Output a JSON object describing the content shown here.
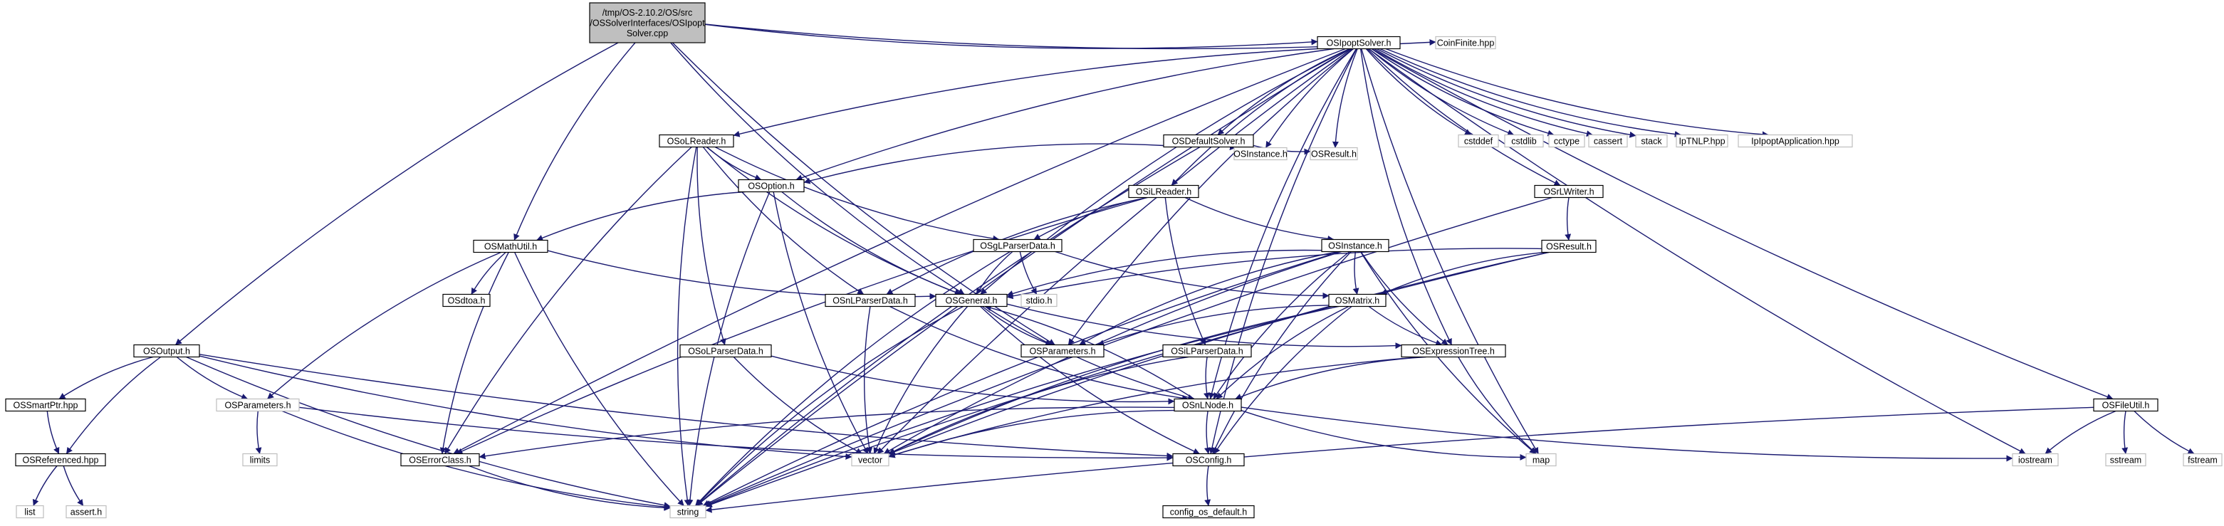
{
  "graph": {
    "colors": {
      "edge": "#191970",
      "documented_border": "#000000",
      "external_border": "#bfbfbf",
      "root_fill": "#bfbfbf"
    },
    "nodes": [
      {
        "id": "root",
        "kind": "root",
        "lines": [
          "/tmp/OS-2.10.2/OS/src",
          "/OSSolverInterfaces/OSIpopt",
          "Solver.cpp"
        ]
      },
      {
        "id": "OSIpoptSolver_h",
        "kind": "documented",
        "lines": [
          "OSIpoptSolver.h"
        ]
      },
      {
        "id": "CoinFinite_hpp",
        "kind": "external",
        "lines": [
          "CoinFinite.hpp"
        ]
      },
      {
        "id": "OSOutput_h",
        "kind": "documented",
        "lines": [
          "OSOutput.h"
        ]
      },
      {
        "id": "OSMathUtil_h",
        "kind": "documented",
        "lines": [
          "OSMathUtil.h"
        ]
      },
      {
        "id": "OSGeneral_h",
        "kind": "documented",
        "lines": [
          "OSGeneral.h"
        ]
      },
      {
        "id": "OSParameters_h",
        "kind": "documented",
        "lines": [
          "OSParameters.h"
        ]
      },
      {
        "id": "OSParameters2_h",
        "kind": "external",
        "lines": [
          "OSParameters.h"
        ]
      },
      {
        "id": "OSoLReader_h",
        "kind": "documented",
        "lines": [
          "OSoLReader.h"
        ]
      },
      {
        "id": "OSDefaultSolver_h",
        "kind": "documented",
        "lines": [
          "OSDefaultSolver.h"
        ]
      },
      {
        "id": "OSInstance_ext",
        "kind": "external",
        "lines": [
          "OSInstance.h"
        ]
      },
      {
        "id": "OSResult_ext",
        "kind": "external",
        "lines": [
          "OSResult.h"
        ]
      },
      {
        "id": "cstddef",
        "kind": "external",
        "lines": [
          "cstddef"
        ]
      },
      {
        "id": "cstdlib",
        "kind": "external",
        "lines": [
          "cstdlib"
        ]
      },
      {
        "id": "cctype",
        "kind": "external",
        "lines": [
          "cctype"
        ]
      },
      {
        "id": "cassert",
        "kind": "external",
        "lines": [
          "cassert"
        ]
      },
      {
        "id": "stack",
        "kind": "external",
        "lines": [
          "stack"
        ]
      },
      {
        "id": "IpTNLP_hpp",
        "kind": "external",
        "lines": [
          "IpTNLP.hpp"
        ]
      },
      {
        "id": "IpIpoptApplication_hpp",
        "kind": "external",
        "lines": [
          "IpIpoptApplication.hpp"
        ]
      },
      {
        "id": "OSOption_h",
        "kind": "documented",
        "lines": [
          "OSOption.h"
        ]
      },
      {
        "id": "OSiLReader_h",
        "kind": "documented",
        "lines": [
          "OSiLReader.h"
        ]
      },
      {
        "id": "OSrLWriter_h",
        "kind": "documented",
        "lines": [
          "OSrLWriter.h"
        ]
      },
      {
        "id": "OSgLParserData_h",
        "kind": "documented",
        "lines": [
          "OSgLParserData.h"
        ]
      },
      {
        "id": "OSInstance_h",
        "kind": "documented",
        "lines": [
          "OSInstance.h"
        ]
      },
      {
        "id": "OSResult_h",
        "kind": "documented",
        "lines": [
          "OSResult.h"
        ]
      },
      {
        "id": "OSdtoa_h",
        "kind": "documented",
        "lines": [
          "OSdtoa.h"
        ]
      },
      {
        "id": "OSnLParserData_h",
        "kind": "documented",
        "lines": [
          "OSnLParserData.h"
        ]
      },
      {
        "id": "stdio_h",
        "kind": "external",
        "lines": [
          "stdio.h"
        ]
      },
      {
        "id": "OSMatrix_h",
        "kind": "documented",
        "lines": [
          "OSMatrix.h"
        ]
      },
      {
        "id": "OSoLParserData_h",
        "kind": "documented",
        "lines": [
          "OSoLParserData.h"
        ]
      },
      {
        "id": "OSiLParserData_h",
        "kind": "documented",
        "lines": [
          "OSiLParserData.h"
        ]
      },
      {
        "id": "OSExpressionTree_h",
        "kind": "documented",
        "lines": [
          "OSExpressionTree.h"
        ]
      },
      {
        "id": "OSSmartPtr_hpp",
        "kind": "documented",
        "lines": [
          "OSSmartPtr.hpp"
        ]
      },
      {
        "id": "OSnLNode_h",
        "kind": "documented",
        "lines": [
          "OSnLNode.h"
        ]
      },
      {
        "id": "OSFileUtil_h",
        "kind": "documented",
        "lines": [
          "OSFileUtil.h"
        ]
      },
      {
        "id": "OSReferenced_hpp",
        "kind": "documented",
        "lines": [
          "OSReferenced.hpp"
        ]
      },
      {
        "id": "limits",
        "kind": "external",
        "lines": [
          "limits"
        ]
      },
      {
        "id": "OSErrorClass_h",
        "kind": "documented",
        "lines": [
          "OSErrorClass.h"
        ]
      },
      {
        "id": "vector",
        "kind": "external",
        "lines": [
          "vector"
        ]
      },
      {
        "id": "OSConfig_h",
        "kind": "documented",
        "lines": [
          "OSConfig.h"
        ]
      },
      {
        "id": "map",
        "kind": "external",
        "lines": [
          "map"
        ]
      },
      {
        "id": "iostream",
        "kind": "external",
        "lines": [
          "iostream"
        ]
      },
      {
        "id": "sstream",
        "kind": "external",
        "lines": [
          "sstream"
        ]
      },
      {
        "id": "fstream",
        "kind": "external",
        "lines": [
          "fstream"
        ]
      },
      {
        "id": "list",
        "kind": "external",
        "lines": [
          "list"
        ]
      },
      {
        "id": "assert_h",
        "kind": "external",
        "lines": [
          "assert.h"
        ]
      },
      {
        "id": "string",
        "kind": "external",
        "lines": [
          "string"
        ]
      },
      {
        "id": "config_os_default_h",
        "kind": "documented",
        "lines": [
          "config_os_default.h"
        ]
      }
    ],
    "edges": [
      [
        "root",
        "OSIpoptSolver_h"
      ],
      [
        "root",
        "CoinFinite_hpp"
      ],
      [
        "root",
        "OSOutput_h"
      ],
      [
        "root",
        "OSMathUtil_h"
      ],
      [
        "root",
        "OSGeneral_h"
      ],
      [
        "root",
        "OSParameters_h"
      ],
      [
        "OSIpoptSolver_h",
        "OSoLReader_h"
      ],
      [
        "OSIpoptSolver_h",
        "OSDefaultSolver_h"
      ],
      [
        "OSIpoptSolver_h",
        "OSInstance_ext"
      ],
      [
        "OSIpoptSolver_h",
        "OSResult_ext"
      ],
      [
        "OSIpoptSolver_h",
        "cstddef"
      ],
      [
        "OSIpoptSolver_h",
        "cstdlib"
      ],
      [
        "OSIpoptSolver_h",
        "cctype"
      ],
      [
        "OSIpoptSolver_h",
        "cassert"
      ],
      [
        "OSIpoptSolver_h",
        "stack"
      ],
      [
        "OSIpoptSolver_h",
        "IpTNLP_hpp"
      ],
      [
        "OSIpoptSolver_h",
        "IpIpoptApplication_hpp"
      ],
      [
        "OSIpoptSolver_h",
        "OSOption_h"
      ],
      [
        "OSIpoptSolver_h",
        "OSiLReader_h"
      ],
      [
        "OSIpoptSolver_h",
        "OSrLWriter_h"
      ],
      [
        "OSIpoptSolver_h",
        "OSFileUtil_h"
      ],
      [
        "OSIpoptSolver_h",
        "OSGeneral_h"
      ],
      [
        "OSIpoptSolver_h",
        "OSParameters_h"
      ],
      [
        "OSIpoptSolver_h",
        "OSExpressionTree_h"
      ],
      [
        "OSIpoptSolver_h",
        "OSnLNode_h"
      ],
      [
        "OSIpoptSolver_h",
        "iostream"
      ],
      [
        "OSIpoptSolver_h",
        "map"
      ],
      [
        "OSIpoptSolver_h",
        "OSConfig_h"
      ],
      [
        "OSIpoptSolver_h",
        "OSErrorClass_h"
      ],
      [
        "OSIpoptSolver_h",
        "vector"
      ],
      [
        "OSIpoptSolver_h",
        "string"
      ],
      [
        "OSoLReader_h",
        "OSOption_h"
      ],
      [
        "OSoLReader_h",
        "OSgLParserData_h"
      ],
      [
        "OSoLReader_h",
        "OSnLParserData_h"
      ],
      [
        "OSoLReader_h",
        "OSoLParserData_h"
      ],
      [
        "OSoLReader_h",
        "OSErrorClass_h"
      ],
      [
        "OSoLReader_h",
        "OSGeneral_h"
      ],
      [
        "OSoLReader_h",
        "string"
      ],
      [
        "OSDefaultSolver_h",
        "OSOption_h"
      ],
      [
        "OSDefaultSolver_h",
        "OSInstance_ext"
      ],
      [
        "OSDefaultSolver_h",
        "OSResult_ext"
      ],
      [
        "OSDefaultSolver_h",
        "string"
      ],
      [
        "OSOption_h",
        "OSMathUtil_h"
      ],
      [
        "OSOption_h",
        "OSGeneral_h"
      ],
      [
        "OSOption_h",
        "vector"
      ],
      [
        "OSOption_h",
        "string"
      ],
      [
        "OSMathUtil_h",
        "OSdtoa_h"
      ],
      [
        "OSMathUtil_h",
        "OSGeneral_h"
      ],
      [
        "OSMathUtil_h",
        "OSParameters2_h"
      ],
      [
        "OSMathUtil_h",
        "OSErrorClass_h"
      ],
      [
        "OSMathUtil_h",
        "string"
      ],
      [
        "OSiLReader_h",
        "OSgLParserData_h"
      ],
      [
        "OSiLReader_h",
        "OSInstance_h"
      ],
      [
        "OSiLReader_h",
        "OSnLParserData_h"
      ],
      [
        "OSiLReader_h",
        "OSiLParserData_h"
      ],
      [
        "OSiLReader_h",
        "OSErrorClass_h"
      ],
      [
        "OSgLParserData_h",
        "OSGeneral_h"
      ],
      [
        "OSgLParserData_h",
        "stdio_h"
      ],
      [
        "OSgLParserData_h",
        "OSMatrix_h"
      ],
      [
        "OSgLParserData_h",
        "string"
      ],
      [
        "OSInstance_h",
        "OSGeneral_h"
      ],
      [
        "OSInstance_h",
        "OSMatrix_h"
      ],
      [
        "OSInstance_h",
        "OSParameters_h"
      ],
      [
        "OSInstance_h",
        "OSExpressionTree_h"
      ],
      [
        "OSInstance_h",
        "OSnLNode_h"
      ],
      [
        "OSInstance_h",
        "map"
      ],
      [
        "OSInstance_h",
        "OSConfig_h"
      ],
      [
        "OSInstance_h",
        "vector"
      ],
      [
        "OSInstance_h",
        "string"
      ],
      [
        "OSrLWriter_h",
        "OSResult_h"
      ],
      [
        "OSrLWriter_h",
        "string"
      ],
      [
        "OSResult_h",
        "OSGeneral_h"
      ],
      [
        "OSResult_h",
        "OSMatrix_h"
      ],
      [
        "OSResult_h",
        "vector"
      ],
      [
        "OSResult_h",
        "string"
      ],
      [
        "OSnLParserData_h",
        "OSnLNode_h"
      ],
      [
        "OSnLParserData_h",
        "vector"
      ],
      [
        "OSGeneral_h",
        "OSParameters_h"
      ],
      [
        "OSGeneral_h",
        "OSnLNode_h"
      ],
      [
        "OSGeneral_h",
        "OSExpressionTree_h"
      ],
      [
        "OSGeneral_h",
        "OSConfig_h"
      ],
      [
        "OSGeneral_h",
        "vector"
      ],
      [
        "OSGeneral_h",
        "string"
      ],
      [
        "OSMatrix_h",
        "OSParameters_h"
      ],
      [
        "OSMatrix_h",
        "OSExpressionTree_h"
      ],
      [
        "OSMatrix_h",
        "OSnLNode_h"
      ],
      [
        "OSMatrix_h",
        "OSConfig_h"
      ],
      [
        "OSMatrix_h",
        "vector"
      ],
      [
        "OSMatrix_h",
        "string"
      ],
      [
        "OSoLParserData_h",
        "OSnLNode_h"
      ],
      [
        "OSoLParserData_h",
        "vector"
      ],
      [
        "OSiLParserData_h",
        "OSnLNode_h"
      ],
      [
        "OSiLParserData_h",
        "vector"
      ],
      [
        "OSExpressionTree_h",
        "OSnLNode_h"
      ],
      [
        "OSExpressionTree_h",
        "map"
      ],
      [
        "OSExpressionTree_h",
        "vector"
      ],
      [
        "OSnLNode_h",
        "OSGeneral_h"
      ],
      [
        "OSnLNode_h",
        "OSErrorClass_h"
      ],
      [
        "OSnLNode_h",
        "OSConfig_h"
      ],
      [
        "OSnLNode_h",
        "vector"
      ],
      [
        "OSnLNode_h",
        "map"
      ],
      [
        "OSnLNode_h",
        "iostream"
      ],
      [
        "OSOutput_h",
        "OSSmartPtr_hpp"
      ],
      [
        "OSOutput_h",
        "OSReferenced_hpp"
      ],
      [
        "OSOutput_h",
        "OSParameters2_h"
      ],
      [
        "OSOutput_h",
        "vector"
      ],
      [
        "OSOutput_h",
        "OSConfig_h"
      ],
      [
        "OSOutput_h",
        "string"
      ],
      [
        "OSSmartPtr_hpp",
        "OSReferenced_hpp"
      ],
      [
        "OSReferenced_hpp",
        "list"
      ],
      [
        "OSReferenced_hpp",
        "assert_h"
      ],
      [
        "OSParameters2_h",
        "limits"
      ],
      [
        "OSParameters2_h",
        "OSConfig_h"
      ],
      [
        "OSParameters2_h",
        "string"
      ],
      [
        "OSErrorClass_h",
        "string"
      ],
      [
        "OSConfig_h",
        "config_os_default_h"
      ],
      [
        "OSFileUtil_h",
        "iostream"
      ],
      [
        "OSFileUtil_h",
        "sstream"
      ],
      [
        "OSFileUtil_h",
        "fstream"
      ],
      [
        "OSFileUtil_h",
        "string"
      ]
    ]
  }
}
